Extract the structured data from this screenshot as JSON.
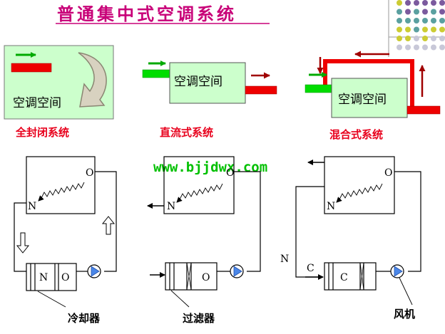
{
  "title": "普通集中式空调系统",
  "watermark": "www.bjjdwx.com",
  "space_label": "空调空间",
  "systems": [
    {
      "caption": "全封闭系统",
      "space": "空调空间"
    },
    {
      "caption": "直流式系统",
      "space": "空调空间"
    },
    {
      "caption": "混合式系统",
      "space": "空调空间"
    }
  ],
  "schematic": {
    "room_in": "N",
    "room_out": "O",
    "unit_n": "N",
    "unit_o": "O",
    "unit_c": "C",
    "mix_n": "N",
    "mix_c": "C"
  },
  "labels": {
    "cooler": "冷却器",
    "filter": "过滤器",
    "fan": "风机"
  },
  "colors": {
    "title": "#c80078",
    "caption": "#e8001c",
    "watermark": "#00c000",
    "green_panel": "#ccffcc",
    "green_arrow": "#00cc00",
    "red_bar": "#ee0000",
    "fan": "#4a86e8",
    "dot_purple": "#7b5a9e",
    "dot_teal": "#5aa0a0",
    "dot_yellow": "#cccc33",
    "dot_gray": "#c8c8d8"
  }
}
